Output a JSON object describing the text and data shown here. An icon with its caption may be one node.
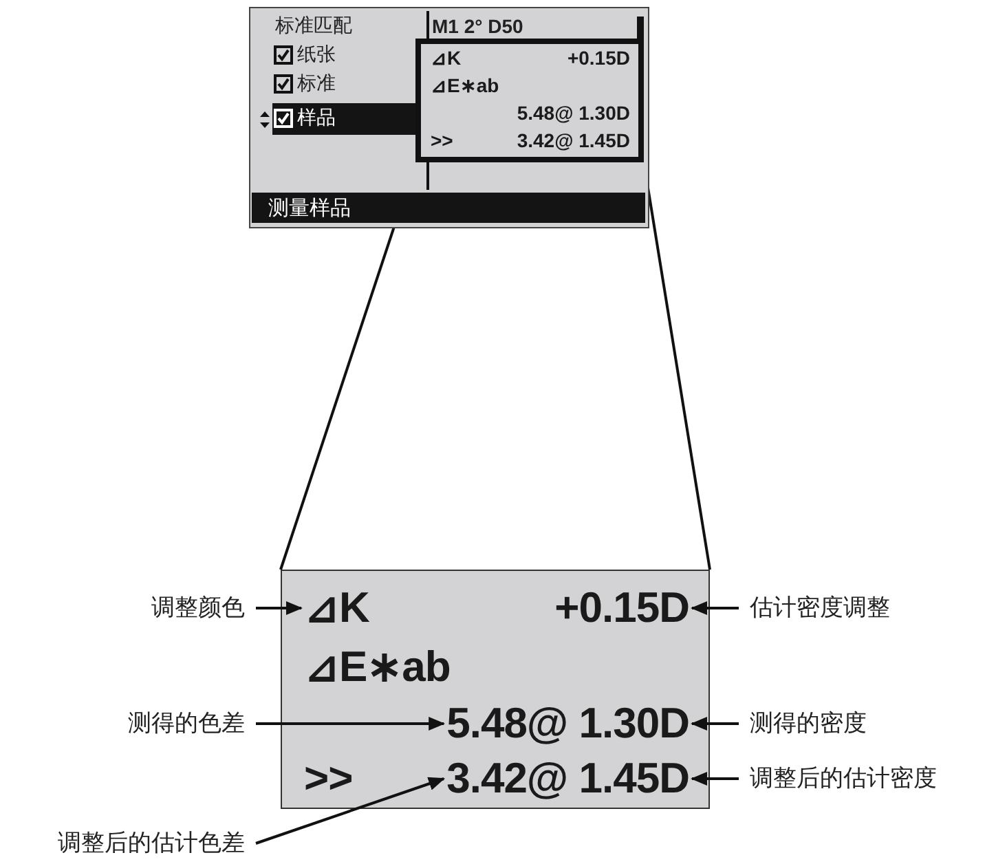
{
  "diagram": {
    "nodes": [
      {
        "text": [
          "标准匹配",
          "纸张",
          "标准",
          "样品",
          "M1  2° D50",
          "测量样品"
        ]
      },
      {
        "text": [
          "⊿K",
          "+0.15D",
          "⊿E∗ab",
          "5.48@ 1.30D",
          ">>",
          "3.42@ 1.45D"
        ],
        "in": 0
      },
      {
        "text": [],
        "shape": "box"
      },
      {
        "text": [
          "⊿K"
        ],
        "in": 2
      },
      {
        "text": [
          "+0.15D"
        ],
        "in": 2
      },
      {
        "text": [
          "⊿E∗ab"
        ],
        "in": 2
      },
      {
        "text": [
          "5.48@ 1.30D"
        ],
        "in": 2
      },
      {
        "text": [
          ">>"
        ],
        "in": 2
      },
      {
        "text": [
          "3.42@ 1.45D"
        ],
        "in": 2
      },
      {
        "text": [
          "调整颜色"
        ]
      },
      {
        "text": [
          "估计密度调整"
        ]
      },
      {
        "text": [
          "测得的色差"
        ]
      },
      {
        "text": [
          "测得的密度"
        ]
      },
      {
        "text": [
          "调整后的估计密度"
        ]
      },
      {
        "text": [
          "调整后的估计色差"
        ]
      }
    ],
    "edges": [
      {
        "from": 1,
        "to": 2,
        "arrow": "none"
      },
      {
        "from": 1,
        "to": 2,
        "arrow": "none"
      },
      {
        "from": 9,
        "to": 3,
        "arrow": "to"
      },
      {
        "from": 10,
        "to": 4,
        "arrow": "to"
      },
      {
        "from": 11,
        "to": 6,
        "arrow": "to"
      },
      {
        "from": 12,
        "to": 6,
        "arrow": "to"
      },
      {
        "from": 13,
        "to": 8,
        "arrow": "to"
      },
      {
        "from": 14,
        "to": 8,
        "arrow": "to"
      }
    ]
  }
}
